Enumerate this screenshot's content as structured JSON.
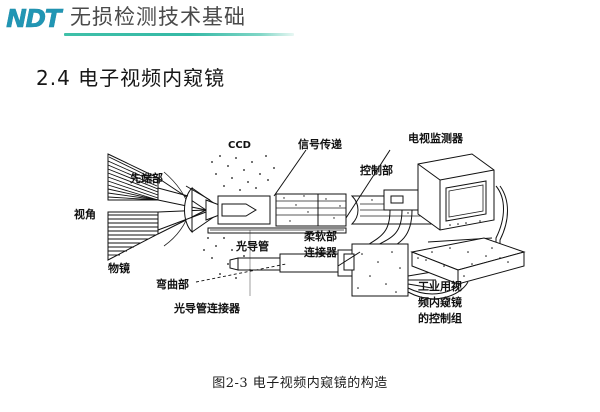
{
  "header": {
    "logo_text": "NDT",
    "title": "无损检测技术基础",
    "accent_color": "#35b9a6",
    "logo_color": "#2196b4"
  },
  "section": {
    "title": "2.4  电子视频内窥镜"
  },
  "figure": {
    "caption": "图2-3 电子视频内窥镜的构造",
    "labels": {
      "view_angle": "视角",
      "objective_lens": "物镜",
      "tip_section": "先端部",
      "ccd": "CCD",
      "signal_transmission": "信号传递",
      "control_section": "控制部",
      "tv_monitor": "电视监测器",
      "light_guide_tube": "光导管",
      "bending_section": "弯曲部",
      "light_guide_connector": "光导管连接器",
      "flexible_connector_line1": "柔软部",
      "flexible_connector_line2": "连接器",
      "control_unit_line1": "工业用视",
      "control_unit_line2": "频内窥镜",
      "control_unit_line3": "的控制组"
    }
  }
}
